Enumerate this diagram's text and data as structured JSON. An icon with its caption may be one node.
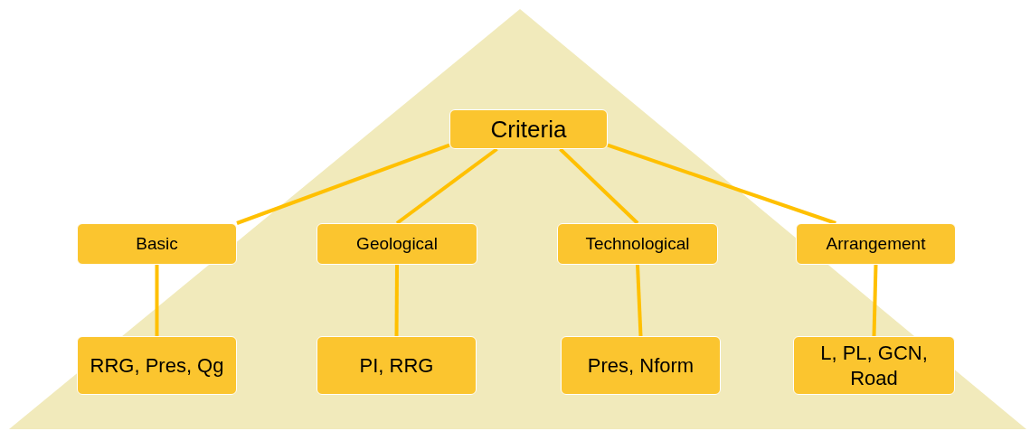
{
  "diagram": {
    "nodes": [
      {
        "text": [
          "Criteria"
        ]
      },
      {
        "text": [
          "Basic"
        ]
      },
      {
        "text": [
          "Geological"
        ]
      },
      {
        "text": [
          "Technological"
        ]
      },
      {
        "text": [
          "Arrangement"
        ]
      },
      {
        "text": [
          "RRG, Pres, Qg"
        ]
      },
      {
        "text": [
          "PI, RRG"
        ]
      },
      {
        "text": [
          "Pres, Nform"
        ]
      },
      {
        "text": [
          "L, PL, GCN, Road"
        ]
      }
    ],
    "edges": [
      {
        "from": 0,
        "to": 1,
        "arrow": "none"
      },
      {
        "from": 0,
        "to": 2,
        "arrow": "none"
      },
      {
        "from": 0,
        "to": 3,
        "arrow": "none"
      },
      {
        "from": 0,
        "to": 4,
        "arrow": "none"
      },
      {
        "from": 1,
        "to": 5,
        "arrow": "none"
      },
      {
        "from": 2,
        "to": 6,
        "arrow": "none"
      },
      {
        "from": 3,
        "to": 7,
        "arrow": "none"
      },
      {
        "from": 4,
        "to": 8,
        "arrow": "none"
      }
    ]
  }
}
